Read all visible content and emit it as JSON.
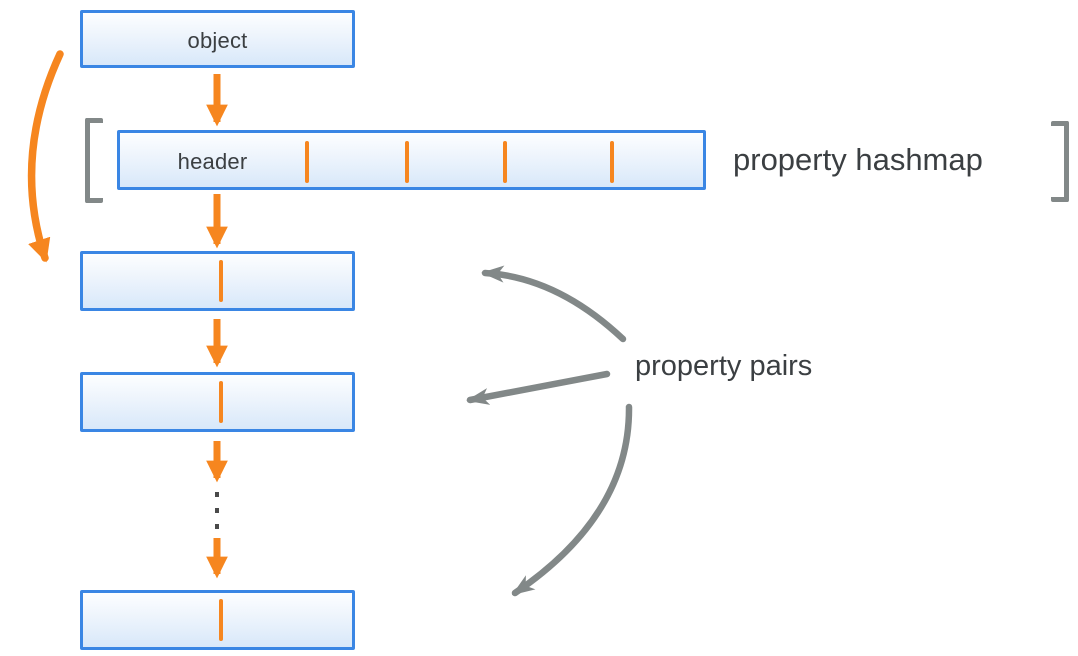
{
  "labels": {
    "object": "object",
    "header": "header",
    "property_hashmap": "property hashmap",
    "property_pairs": "property pairs"
  },
  "colors": {
    "accent_orange": "#F6861F",
    "box_border": "#3A86E4",
    "box_fill_top": "#FDFEFF",
    "box_fill_bottom": "#D8E8FA",
    "gray_annotation": "#828888",
    "text": "#3B3F42"
  },
  "structure": {
    "hashmap_divider_count": 4,
    "hashmap_slot_count": 5,
    "property_pair_count": 3,
    "ellipsis_dot_count": 3
  }
}
